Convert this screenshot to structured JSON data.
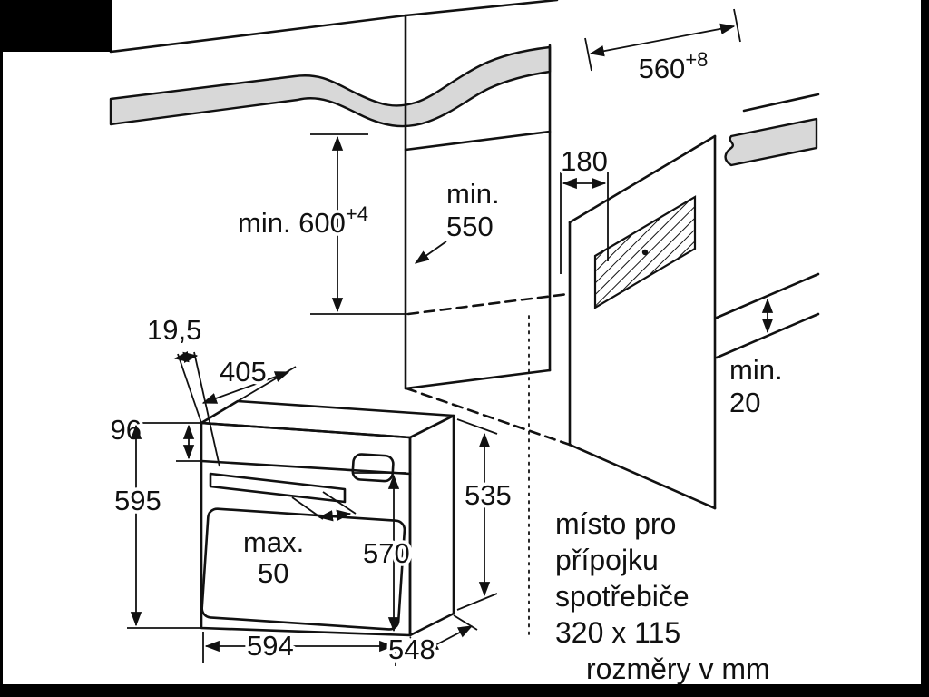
{
  "diagram": {
    "labels": {
      "w560": {
        "base": "560",
        "sup": "+8"
      },
      "h600": {
        "base": "min. 600",
        "sup": "+4"
      },
      "d550": {
        "l1": "min.",
        "l2": "550"
      },
      "v180": "180",
      "gap20": {
        "l1": "min.",
        "l2": "20"
      },
      "handle195": "19,5",
      "depth405": "405",
      "panel96": "96",
      "height595": "595",
      "max50": {
        "l1": "max.",
        "l2": "50"
      },
      "door570": "570",
      "side535": "535",
      "width594": "594",
      "depth548": "548"
    },
    "note": {
      "l1": "místo pro",
      "l2": "přípojku",
      "l3": "spotřebiče",
      "l4": "320 x 115"
    },
    "units_note": "rozměry v mm",
    "colors": {
      "line": "#111111",
      "counter_fill": "#d8d8d8",
      "background": "#ffffff",
      "frame": "#000000"
    }
  }
}
